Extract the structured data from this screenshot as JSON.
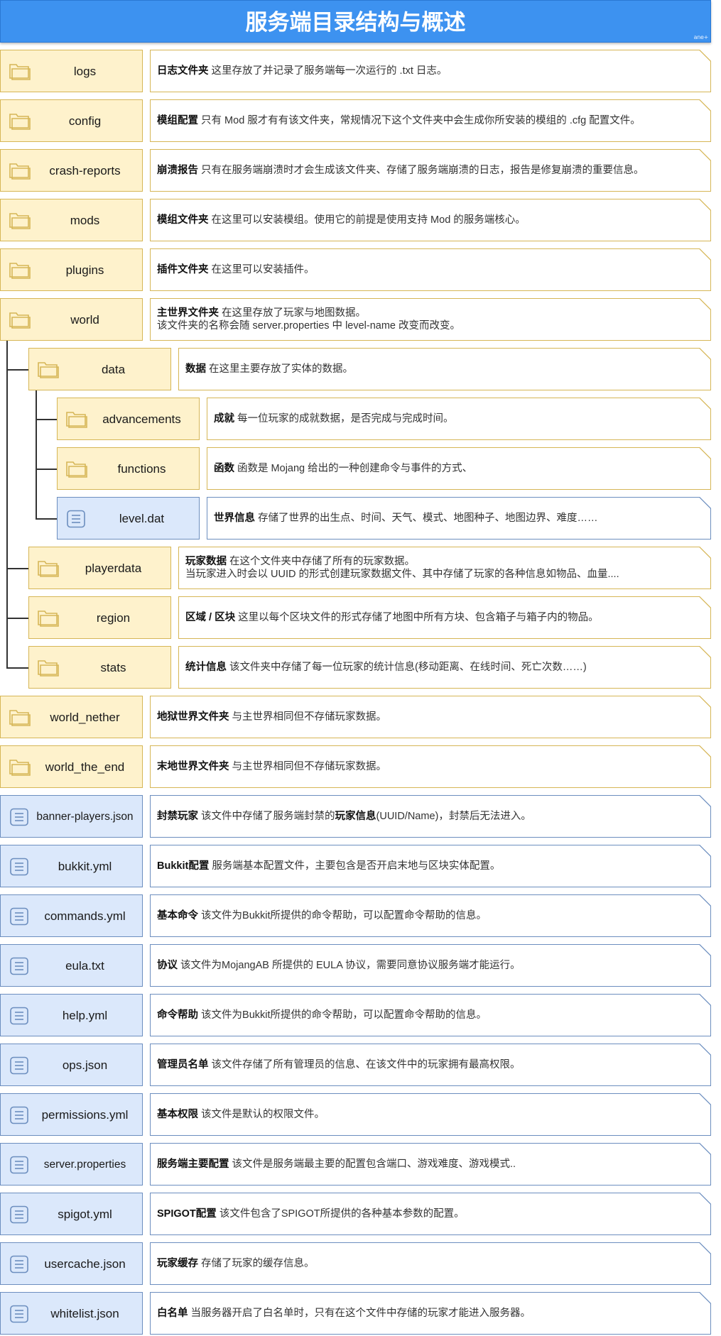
{
  "title": "服务端目录结构与概述",
  "watermark": "ane+",
  "colors": {
    "header": "#3d92f0",
    "folder_fill": "#fef2cc",
    "folder_border": "#d6b656",
    "file_fill": "#dbe8fb",
    "file_border": "#6c8ebf"
  },
  "rows": [
    {
      "id": "logs",
      "type": "folder",
      "level": 0,
      "name": "logs",
      "label": "日志文件夹",
      "desc": "这里存放了并记录了服务端每一次运行的 .txt 日志。"
    },
    {
      "id": "config",
      "type": "folder",
      "level": 0,
      "name": "config",
      "label": "模组配置",
      "desc": "只有 Mod 服才有有该文件夹，常规情况下这个文件夹中会生成你所安装的模组的 .cfg 配置文件。"
    },
    {
      "id": "crash-reports",
      "type": "folder",
      "level": 0,
      "name": "crash-reports",
      "label": "崩溃报告",
      "desc": "只有在服务端崩溃时才会生成该文件夹、存储了服务端崩溃的日志，报告是修复崩溃的重要信息。"
    },
    {
      "id": "mods",
      "type": "folder",
      "level": 0,
      "name": "mods",
      "label": "模组文件夹",
      "desc": "在这里可以安装模组。使用它的前提是使用支持 Mod 的服务端核心。"
    },
    {
      "id": "plugins",
      "type": "folder",
      "level": 0,
      "name": "plugins",
      "label": "插件文件夹",
      "desc": "在这里可以安装插件。"
    },
    {
      "id": "world",
      "type": "folder",
      "level": 0,
      "name": "world",
      "label": "主世界文件夹",
      "desc": "在这里存放了玩家与地图数据。",
      "desc2": "该文件夹的名称会随 server.properties 中 level-name 改变而改变。"
    },
    {
      "id": "data",
      "type": "folder",
      "level": 1,
      "name": "data",
      "label": "数据",
      "desc": "在这里主要存放了实体的数据。"
    },
    {
      "id": "advancements",
      "type": "folder",
      "level": 2,
      "name": "advancements",
      "label": "成就",
      "desc": "每一位玩家的成就数据，是否完成与完成时间。"
    },
    {
      "id": "functions",
      "type": "folder",
      "level": 2,
      "name": "functions",
      "label": "函数",
      "desc": "函数是 Mojang 给出的一种创建命令与事件的方式、"
    },
    {
      "id": "level-dat",
      "type": "file",
      "level": 2,
      "name": "level.dat",
      "label": "世界信息",
      "desc": "存储了世界的出生点、时间、天气、模式、地图种子、地图边界、难度……"
    },
    {
      "id": "playerdata",
      "type": "folder",
      "level": 1,
      "name": "playerdata",
      "label": "玩家数据",
      "desc": "在这个文件夹中存储了所有的玩家数据。",
      "desc2": "当玩家进入时会以 UUID 的形式创建玩家数据文件、其中存储了玩家的各种信息如物品、血量...."
    },
    {
      "id": "region",
      "type": "folder",
      "level": 1,
      "name": "region",
      "label": "区域 / 区块",
      "desc": "这里以每个区块文件的形式存储了地图中所有方块、包含箱子与箱子内的物品。"
    },
    {
      "id": "stats",
      "type": "folder",
      "level": 1,
      "name": "stats",
      "label": "统计信息",
      "desc": "该文件夹中存储了每一位玩家的统计信息(移动距离、在线时间、死亡次数……)"
    },
    {
      "id": "world_nether",
      "type": "folder",
      "level": 0,
      "name": "world_nether",
      "label": "地狱世界文件夹",
      "desc": "与主世界相同但不存储玩家数据。"
    },
    {
      "id": "world_the_end",
      "type": "folder",
      "level": 0,
      "name": "world_the_end",
      "label": "末地世界文件夹",
      "desc": "与主世界相同但不存储玩家数据。"
    },
    {
      "id": "banner-players",
      "type": "file",
      "level": 0,
      "name": "banner-players.json",
      "label": "封禁玩家",
      "desc": "该文件中存储了服务端封禁的",
      "desc_bold": "玩家信息",
      "desc_tail": "(UUID/Name)，封禁后无法进入。"
    },
    {
      "id": "bukkit",
      "type": "file",
      "level": 0,
      "name": "bukkit.yml",
      "label": "Bukkit配置",
      "desc": "服务端基本配置文件，主要包含是否开启末地与区块实体配置。"
    },
    {
      "id": "commands",
      "type": "file",
      "level": 0,
      "name": "commands.yml",
      "label": "基本命令",
      "desc": "该文件为Bukkit所提供的命令帮助，可以配置命令帮助的信息。"
    },
    {
      "id": "eula",
      "type": "file",
      "level": 0,
      "name": "eula.txt",
      "label": "协议",
      "desc": "该文件为MojangAB 所提供的 EULA 协议，需要同意协议服务端才能运行。"
    },
    {
      "id": "help",
      "type": "file",
      "level": 0,
      "name": "help.yml",
      "label": "命令帮助",
      "desc": "该文件为Bukkit所提供的命令帮助，可以配置命令帮助的信息。"
    },
    {
      "id": "ops",
      "type": "file",
      "level": 0,
      "name": "ops.json",
      "label": "管理员名单",
      "desc": "该文件存储了所有管理员的信息、在该文件中的玩家拥有最高权限。"
    },
    {
      "id": "permissions",
      "type": "file",
      "level": 0,
      "name": "permissions.yml",
      "label": "基本权限",
      "desc": "该文件是默认的权限文件。"
    },
    {
      "id": "server-properties",
      "type": "file",
      "level": 0,
      "name": "server.properties",
      "label": "服务端主要配置",
      "desc": "该文件是服务端最主要的配置包含端口、游戏难度、游戏模式.."
    },
    {
      "id": "spigot",
      "type": "file",
      "level": 0,
      "name": "spigot.yml",
      "label": "SPIGOT配置",
      "desc": "该文件包含了SPIGOT所提供的各种基本参数的配置。"
    },
    {
      "id": "usercache",
      "type": "file",
      "level": 0,
      "name": "usercache.json",
      "label": "玩家缓存",
      "desc": "存储了玩家的缓存信息。"
    },
    {
      "id": "whitelist",
      "type": "file",
      "level": 0,
      "name": "whitelist.json",
      "label": "白名单",
      "desc": "当服务器开启了白名单时，只有在这个文件中存储的玩家才能进入服务器。"
    }
  ]
}
